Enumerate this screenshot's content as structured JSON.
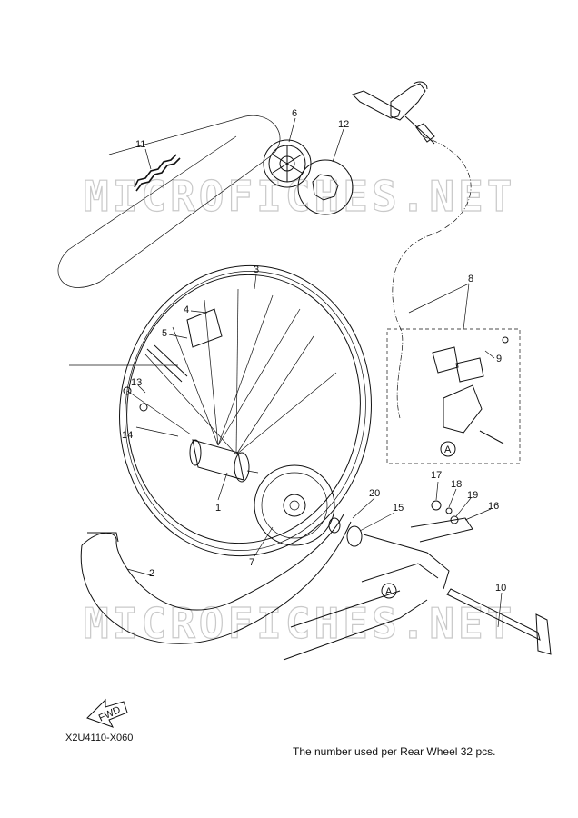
{
  "watermark": "MICROFICHES.NET",
  "diagram_code": "X2U4110-X060",
  "footnote": "The number used per Rear Wheel 32 pcs.",
  "fwd_label": "FWD",
  "detail_ref": "A",
  "callouts": [
    "1",
    "2",
    "3",
    "4",
    "5",
    "6",
    "7",
    "8",
    "9",
    "10",
    "11",
    "12",
    "13",
    "14",
    "15",
    "16",
    "17",
    "18",
    "19",
    "20"
  ]
}
